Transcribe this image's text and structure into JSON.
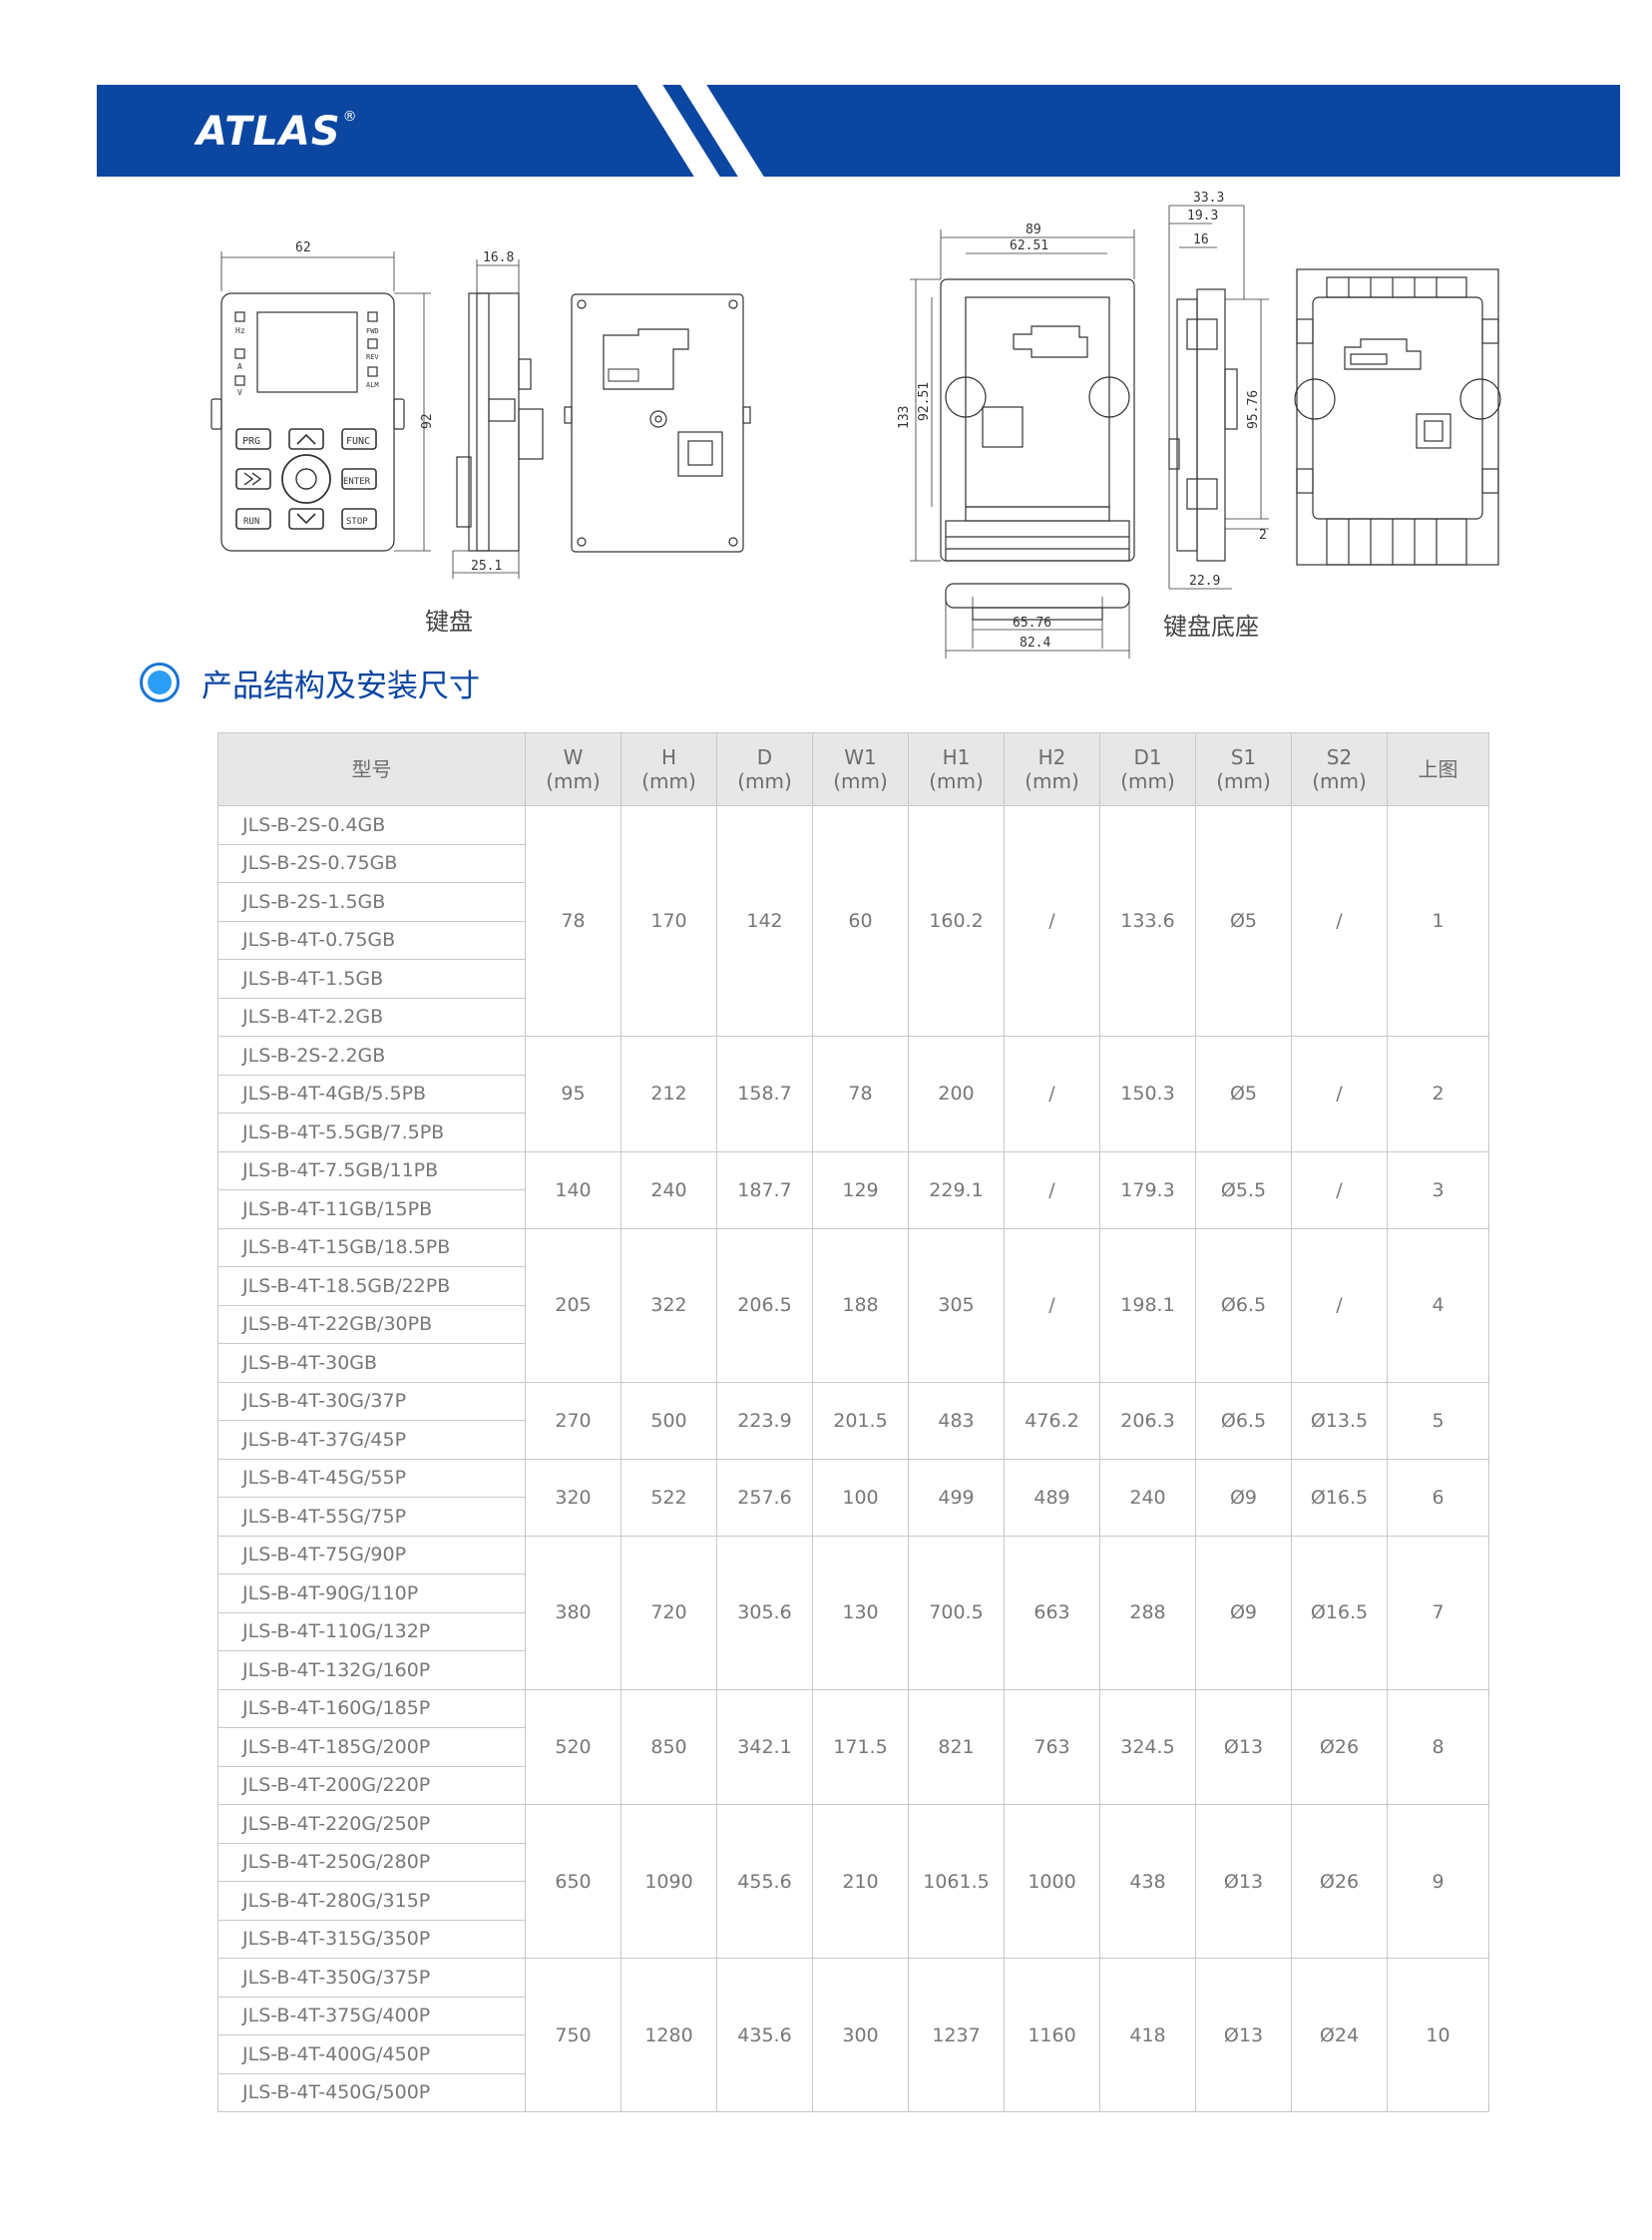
{
  "brand": {
    "name": "ATLAS",
    "mark": "®"
  },
  "figures": {
    "keypad": {
      "caption": "键盘",
      "dims": [
        "62",
        "16.8",
        "92",
        "25.1"
      ],
      "keys": [
        "PRG",
        "FUNC",
        "ENTER",
        "RUN",
        "STOP"
      ],
      "leds_left": [
        "Hz",
        "A",
        "V"
      ],
      "leds_right": [
        "FWD",
        "REV",
        "ALM"
      ]
    },
    "base": {
      "caption": "键盘底座",
      "dims": [
        "89",
        "62.51",
        "133",
        "92.51",
        "65.76",
        "82.4",
        "33.3",
        "19.3",
        "16",
        "95.76",
        "2",
        "22.9"
      ]
    }
  },
  "section_title": "产品结构及安装尺寸",
  "table": {
    "headers": [
      {
        "label": "型号",
        "unit": ""
      },
      {
        "label": "W",
        "unit": "(mm)"
      },
      {
        "label": "H",
        "unit": "(mm)"
      },
      {
        "label": "D",
        "unit": "(mm)"
      },
      {
        "label": "W1",
        "unit": "(mm)"
      },
      {
        "label": "H1",
        "unit": "(mm)"
      },
      {
        "label": "H2",
        "unit": "(mm)"
      },
      {
        "label": "D1",
        "unit": "(mm)"
      },
      {
        "label": "S1",
        "unit": "(mm)"
      },
      {
        "label": "S2",
        "unit": "(mm)"
      },
      {
        "label": "上图",
        "unit": ""
      }
    ],
    "groups": [
      {
        "models": [
          "JLS-B-2S-0.4GB",
          "JLS-B-2S-0.75GB",
          "JLS-B-2S-1.5GB",
          "JLS-B-4T-0.75GB",
          "JLS-B-4T-1.5GB",
          "JLS-B-4T-2.2GB"
        ],
        "values": [
          "78",
          "170",
          "142",
          "60",
          "160.2",
          "/",
          "133.6",
          "Ø5",
          "/",
          "1"
        ]
      },
      {
        "models": [
          "JLS-B-2S-2.2GB",
          "JLS-B-4T-4GB/5.5PB",
          "JLS-B-4T-5.5GB/7.5PB"
        ],
        "values": [
          "95",
          "212",
          "158.7",
          "78",
          "200",
          "/",
          "150.3",
          "Ø5",
          "/",
          "2"
        ]
      },
      {
        "models": [
          "JLS-B-4T-7.5GB/11PB",
          "JLS-B-4T-11GB/15PB"
        ],
        "values": [
          "140",
          "240",
          "187.7",
          "129",
          "229.1",
          "/",
          "179.3",
          "Ø5.5",
          "/",
          "3"
        ]
      },
      {
        "models": [
          "JLS-B-4T-15GB/18.5PB",
          "JLS-B-4T-18.5GB/22PB",
          "JLS-B-4T-22GB/30PB",
          "JLS-B-4T-30GB"
        ],
        "values": [
          "205",
          "322",
          "206.5",
          "188",
          "305",
          "/",
          "198.1",
          "Ø6.5",
          "/",
          "4"
        ]
      },
      {
        "models": [
          "JLS-B-4T-30G/37P",
          "JLS-B-4T-37G/45P"
        ],
        "values": [
          "270",
          "500",
          "223.9",
          "201.5",
          "483",
          "476.2",
          "206.3",
          "Ø6.5",
          "Ø13.5",
          "5"
        ]
      },
      {
        "models": [
          "JLS-B-4T-45G/55P",
          "JLS-B-4T-55G/75P"
        ],
        "values": [
          "320",
          "522",
          "257.6",
          "100",
          "499",
          "489",
          "240",
          "Ø9",
          "Ø16.5",
          "6"
        ]
      },
      {
        "models": [
          "JLS-B-4T-75G/90P",
          "JLS-B-4T-90G/110P",
          "JLS-B-4T-110G/132P",
          "JLS-B-4T-132G/160P"
        ],
        "values": [
          "380",
          "720",
          "305.6",
          "130",
          "700.5",
          "663",
          "288",
          "Ø9",
          "Ø16.5",
          "7"
        ]
      },
      {
        "models": [
          "JLS-B-4T-160G/185P",
          "JLS-B-4T-185G/200P",
          "JLS-B-4T-200G/220P"
        ],
        "values": [
          "520",
          "850",
          "342.1",
          "171.5",
          "821",
          "763",
          "324.5",
          "Ø13",
          "Ø26",
          "8"
        ]
      },
      {
        "models": [
          "JLS-B-4T-220G/250P",
          "JLS-B-4T-250G/280P",
          "JLS-B-4T-280G/315P",
          "JLS-B-4T-315G/350P"
        ],
        "values": [
          "650",
          "1090",
          "455.6",
          "210",
          "1061.5",
          "1000",
          "438",
          "Ø13",
          "Ø26",
          "9"
        ]
      },
      {
        "models": [
          "JLS-B-4T-350G/375P",
          "JLS-B-4T-375G/400P",
          "JLS-B-4T-400G/450P",
          "JLS-B-4T-450G/500P"
        ],
        "values": [
          "750",
          "1280",
          "435.6",
          "300",
          "1237",
          "1160",
          "418",
          "Ø13",
          "Ø24",
          "10"
        ]
      }
    ]
  }
}
